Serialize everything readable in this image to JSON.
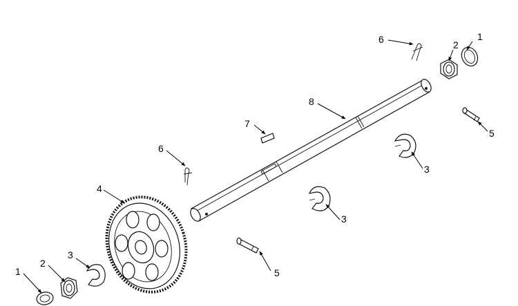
{
  "diagram": {
    "callouts": {
      "c1_top": "1",
      "c2_top": "2",
      "c6_top": "6",
      "c8": "8",
      "c7": "7",
      "c6_left": "6",
      "c5_right": "5",
      "c3_right": "3",
      "c4": "4",
      "c3_mid": "3",
      "c1_bottom": "1",
      "c2_bottom": "2",
      "c3_bottom": "3",
      "c5_bottom": "5"
    }
  }
}
